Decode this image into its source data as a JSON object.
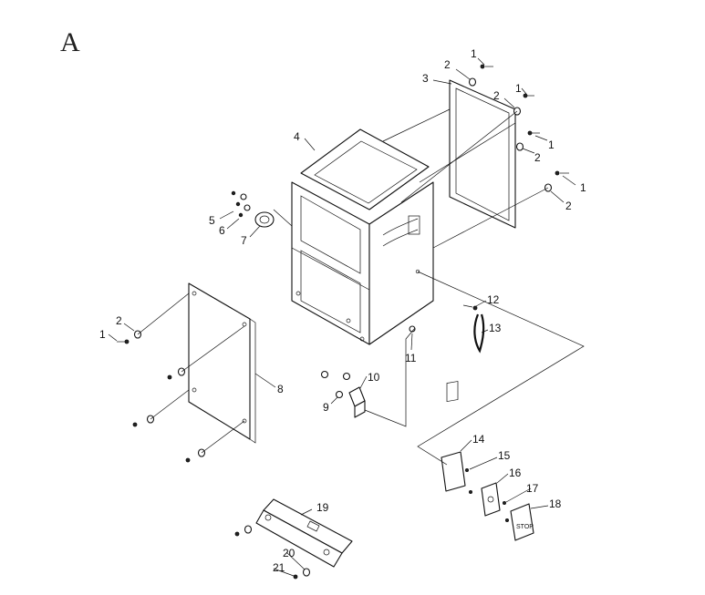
{
  "diagram": {
    "section_letter": "A",
    "colors": {
      "ink": "#111111",
      "background": "#ffffff"
    },
    "labels": {
      "p1a": "1",
      "p1b": "1",
      "p1c": "1",
      "p1d": "1",
      "p1e": "1",
      "p2a": "2",
      "p2b": "2",
      "p2c": "2",
      "p2d": "2",
      "p2e": "2",
      "p3": "3",
      "p4": "4",
      "p5": "5",
      "p6": "6",
      "p7": "7",
      "p8": "8",
      "p9": "9",
      "p10": "10",
      "p11": "11",
      "p12": "12",
      "p13": "13",
      "p14": "14",
      "p15": "15",
      "p16": "16",
      "p17": "17",
      "p18": "18",
      "p19": "19",
      "p20": "20",
      "p21": "21"
    },
    "switch_cover_text": "STOP"
  }
}
